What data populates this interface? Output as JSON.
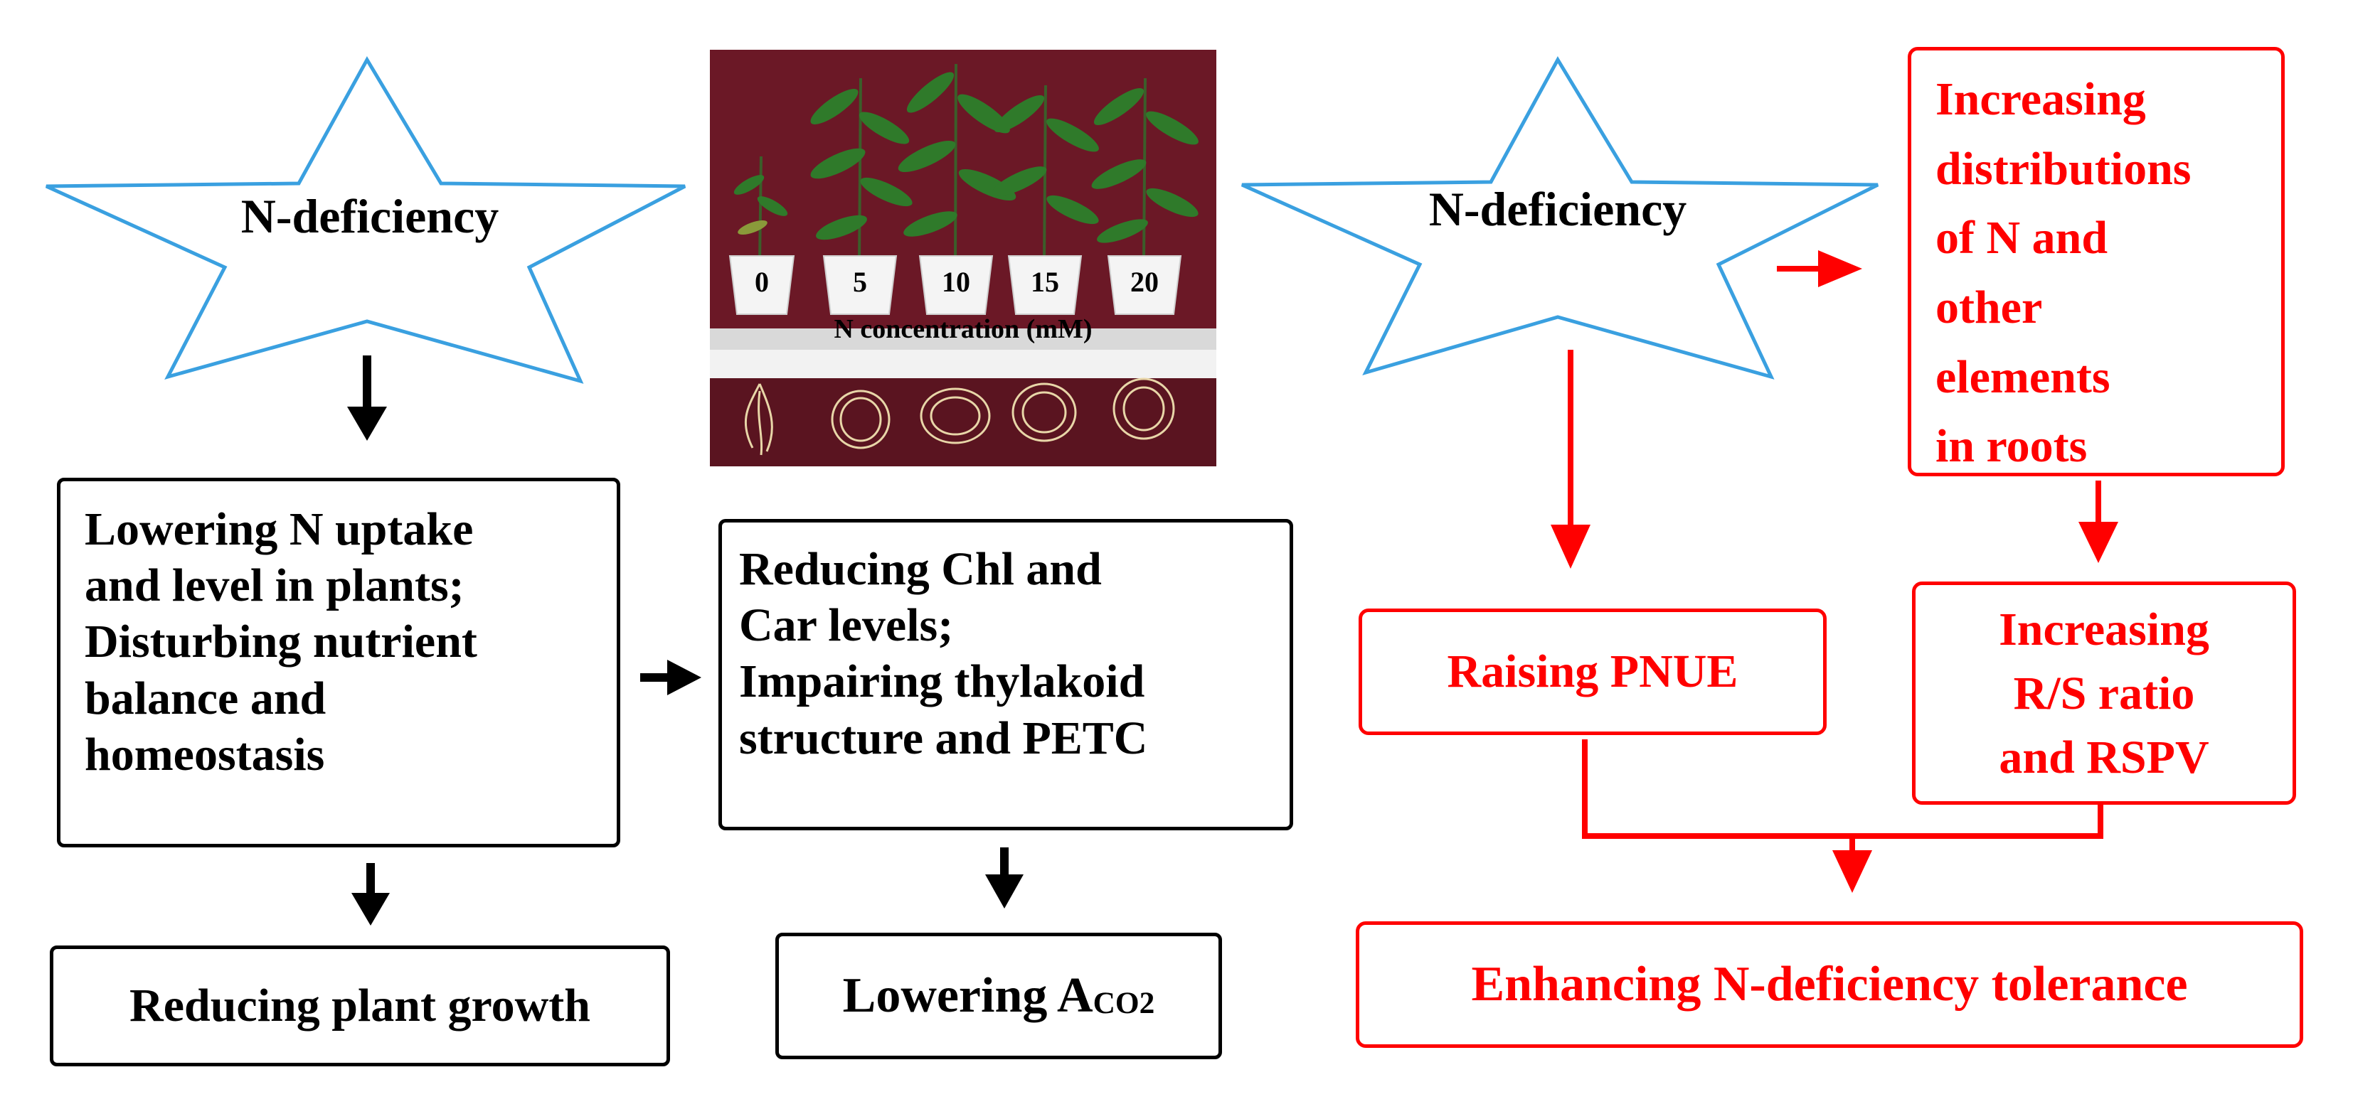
{
  "left": {
    "star_label": "N-deficiency",
    "box1_lines": [
      "Lowering N uptake",
      "and level in plants;",
      "Disturbing nutrient",
      "balance and",
      "homeostasis"
    ],
    "box2_lines": [
      "Reducing Chl and",
      "Car levels;",
      "Impairing thylakoid",
      "structure and PETC"
    ],
    "box3_label": "Reducing plant growth",
    "box4_label": "Lowering A",
    "box4_sub": "CO2"
  },
  "photo": {
    "pot_labels": [
      "0",
      "5",
      "10",
      "15",
      "20"
    ],
    "axis_label": "N concentration (mM)"
  },
  "right": {
    "star_label": "N-deficiency",
    "box_distribution_lines": [
      "Increasing",
      "distributions",
      "of N and",
      "other",
      "elements",
      "in roots"
    ],
    "box_pnue_label": "Raising PNUE",
    "box_rs_lines": [
      "Increasing",
      "R/S ratio",
      "and RSPV"
    ],
    "box_tolerance_label": "Enhancing N-deficiency tolerance"
  },
  "colors": {
    "star_outline": "#3aa0e0",
    "black": "#000000",
    "red": "#ff0000",
    "photo_background": "#5a1420",
    "leaf_green": "#2f7a2a"
  }
}
